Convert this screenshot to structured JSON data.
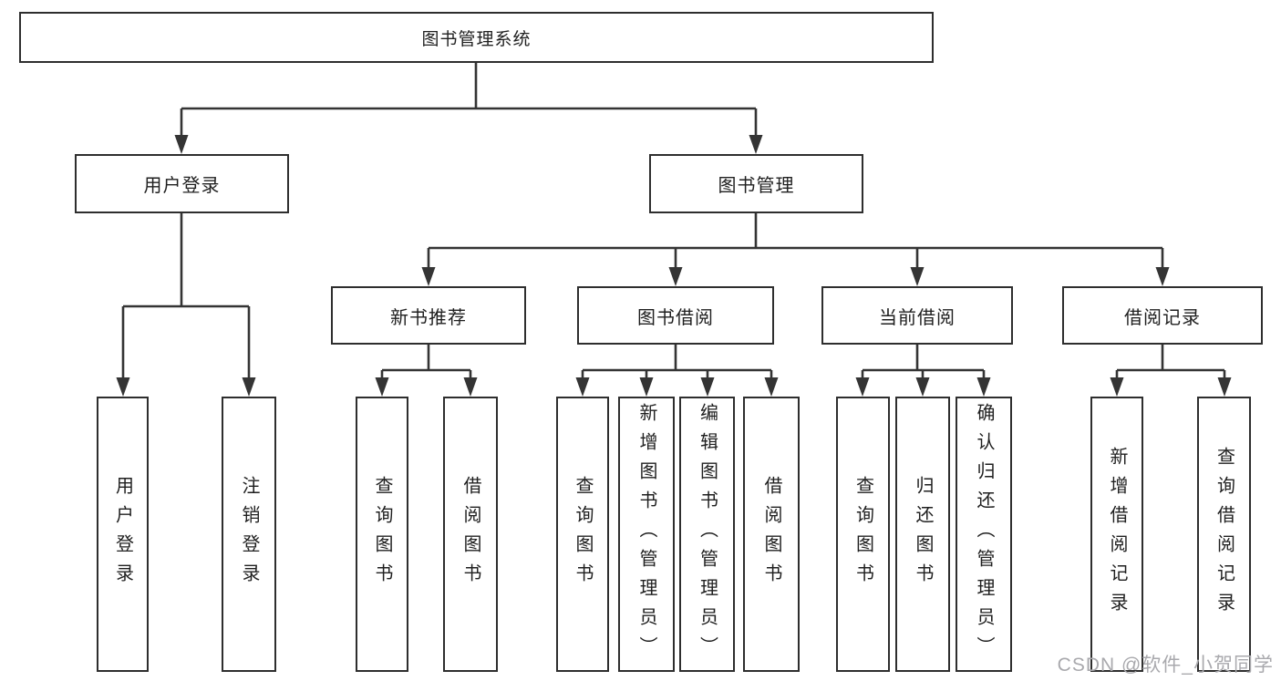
{
  "diagram": {
    "type": "hierarchy-tree",
    "colors": {
      "line": "#343434",
      "box_border": "#2e2e2e",
      "box_fill": "#ffffff",
      "text": "#1f1f1f",
      "watermark": "#a9a9ad"
    },
    "tree": {
      "label": "图书管理系统",
      "children": [
        {
          "label": "用户登录",
          "children": [
            {
              "label": "用户登录"
            },
            {
              "label": "注销登录"
            }
          ]
        },
        {
          "label": "图书管理",
          "children": [
            {
              "label": "新书推荐",
              "children": [
                {
                  "label": "查询图书"
                },
                {
                  "label": "借阅图书"
                }
              ]
            },
            {
              "label": "图书借阅",
              "children": [
                {
                  "label": "查询图书"
                },
                {
                  "label": "新增图书（管理员）"
                },
                {
                  "label": "编辑图书（管理员）"
                },
                {
                  "label": "借阅图书"
                }
              ]
            },
            {
              "label": "当前借阅",
              "children": [
                {
                  "label": "查询图书"
                },
                {
                  "label": "归还图书"
                },
                {
                  "label": "确认归还（管理员）"
                }
              ]
            },
            {
              "label": "借阅记录",
              "children": [
                {
                  "label": "新增借阅记录"
                },
                {
                  "label": "查询借阅记录"
                }
              ]
            }
          ]
        }
      ]
    },
    "watermark": "CSDN @软件_小贺同学"
  }
}
